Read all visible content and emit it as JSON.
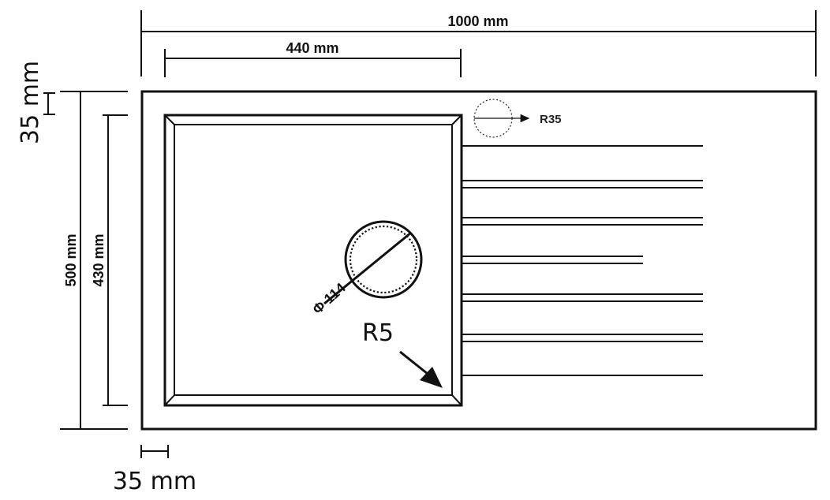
{
  "dimensions": {
    "total_width": "1000 mm",
    "bowl_width": "440 mm",
    "edge_margin_top": "35 mm",
    "edge_margin_left": "35 mm",
    "total_depth": "500 mm",
    "bowl_depth": "430 mm"
  },
  "annotations": {
    "radius_tap_hole": "R35",
    "drain_diameter": "Φ 114",
    "corner_radius": "R5"
  },
  "colors": {
    "line": "#111111",
    "background": "#ffffff"
  }
}
